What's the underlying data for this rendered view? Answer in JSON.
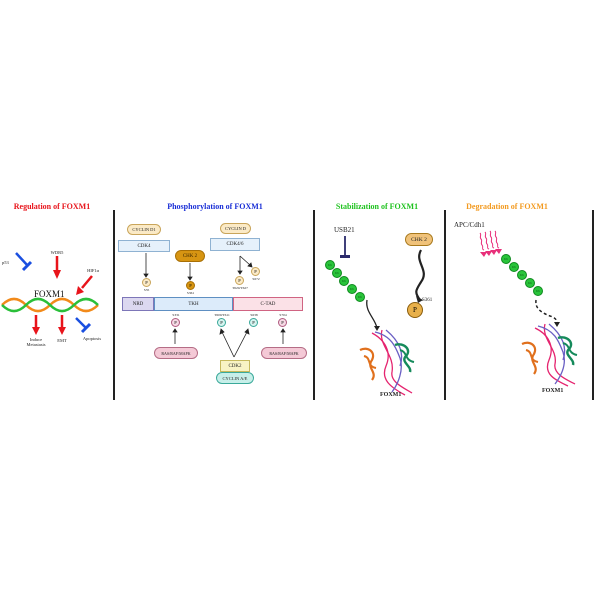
{
  "panels": {
    "regulation": {
      "title": "Regulation of FOXM1",
      "title_color": "#e8141b",
      "center_label": "FOXM1",
      "upstream": [
        {
          "label": "p53",
          "effect": "inhibit"
        },
        {
          "label": "WDR5",
          "effect": "activate"
        },
        {
          "label": "HIF1α",
          "effect": "activate"
        }
      ],
      "downstream": [
        {
          "label": "Induce\nMetastasis",
          "effect": "activate"
        },
        {
          "label": "EMT",
          "effect": "activate"
        },
        {
          "label": "Apoptosis",
          "effect": "inhibit"
        }
      ]
    },
    "phosphorylation": {
      "title": "Phosphorylation of FOXM1",
      "title_color": "#1a2fd6",
      "kinases_top": [
        {
          "cyclin": "CYCLIN D1",
          "kinase": "CDK4",
          "site": "S35"
        },
        {
          "kinase": "CHK 2",
          "site": "S361"
        },
        {
          "cyclin": "CYCLIN D",
          "kinase": "CDK4/6",
          "sites": [
            "T620/T627",
            "S672"
          ]
        }
      ],
      "domains": [
        "NRD",
        "TKH",
        "C-TAD"
      ],
      "sites_bottom": [
        "S331",
        "T600/T611",
        "S638",
        "S704"
      ],
      "kinases_bottom": [
        {
          "label": "RAS/RAF/MAPK"
        },
        {
          "kinase": "CDK2",
          "cyclin": "CYCLIN A/E"
        },
        {
          "label": "RAS/RAF/MAPK"
        }
      ],
      "phospho_symbol": "P"
    },
    "stabilization": {
      "title": "Stabilization of FOXM1",
      "title_color": "#1ec21e",
      "deubiquitinase": "USB21",
      "kinase": "CHK 2",
      "site": "S361",
      "ub_label": "Ub",
      "ub_count": 5,
      "protein_label": "FOXM1",
      "phospho_symbol": "P"
    },
    "degradation": {
      "title": "Degradation of FOXM1",
      "title_color": "#f39a1f",
      "ligase": "APC/Cdh1",
      "ub_label": "Ub",
      "ub_count": 5,
      "protein_label": "FOXM1"
    }
  }
}
